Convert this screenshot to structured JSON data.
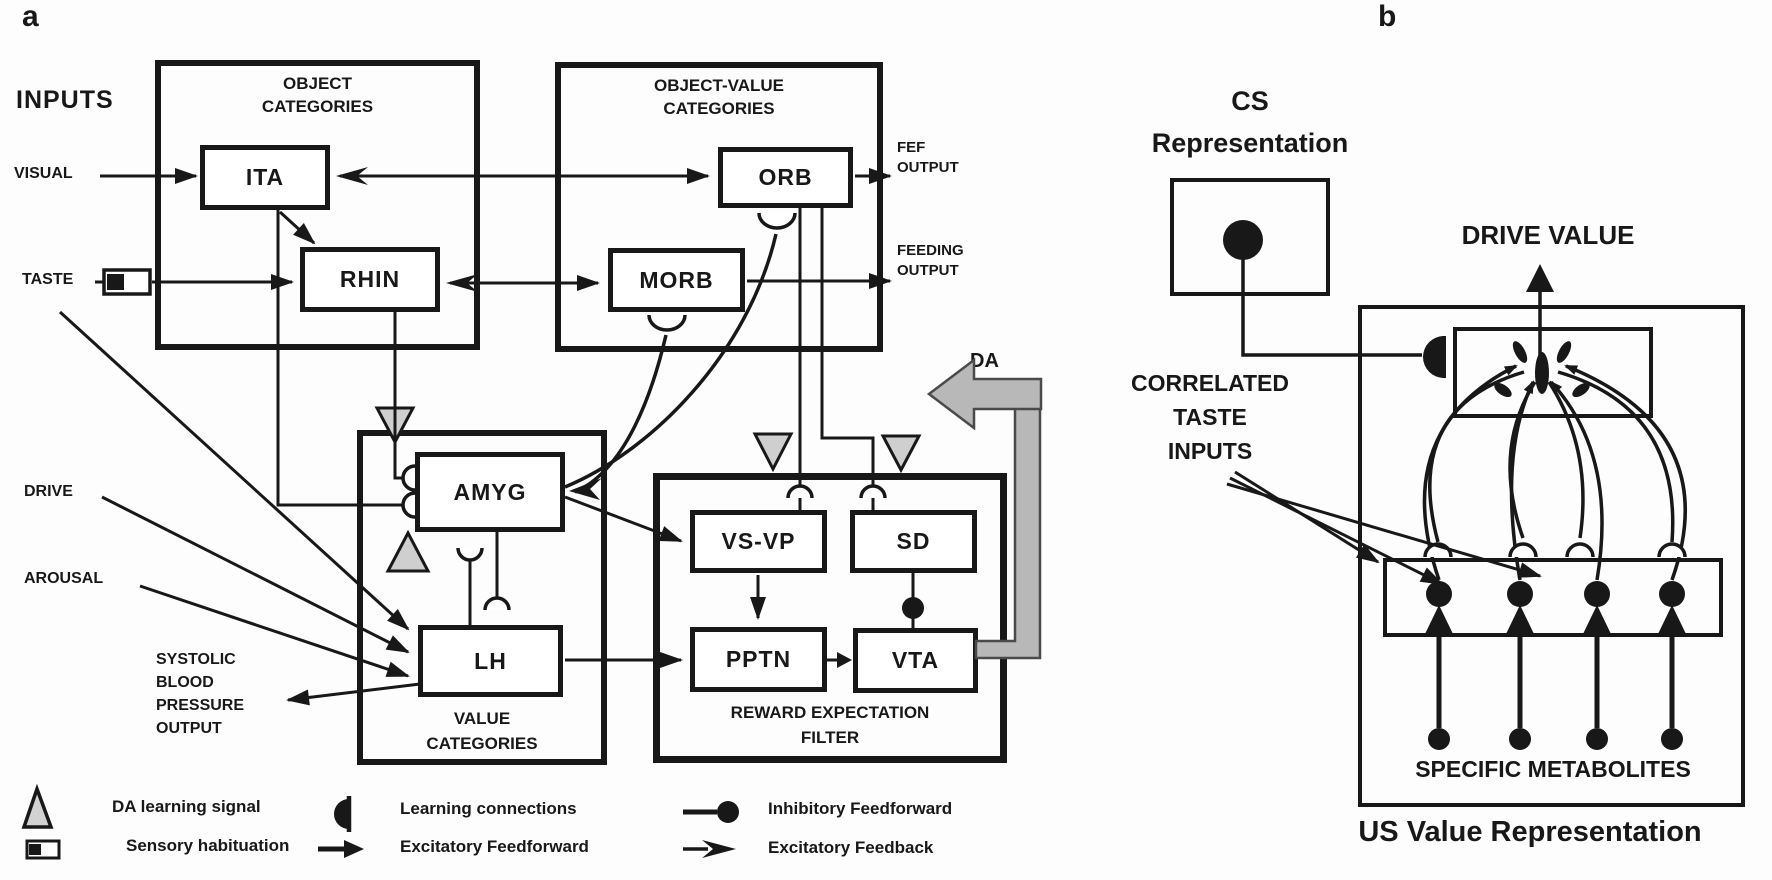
{
  "figure": {
    "panel_a": {
      "label": "a",
      "inputs_heading": "INPUTS",
      "visual_label": "VISUAL",
      "taste_label": "TASTE",
      "drive_label": "DRIVE",
      "arousal_label": "AROUSAL",
      "systolic_label": "SYSTOLIC\nBLOOD\nPRESSURE\nOUTPUT",
      "fef_output_label": "FEF\nOUTPUT",
      "feeding_output_label": "FEEDING\nOUTPUT",
      "da_label": "DA",
      "groups": {
        "object_categories": "OBJECT\nCATEGORIES",
        "object_value_categories": "OBJECT-VALUE\nCATEGORIES",
        "value_categories": "VALUE\nCATEGORIES",
        "reward_expectation_filter": "REWARD EXPECTATION\nFILTER"
      },
      "nodes": {
        "ita": "ITA",
        "rhin": "RHIN",
        "orb": "ORB",
        "morb": "MORB",
        "amyg": "AMYG",
        "lh": "LH",
        "vs_vp": "VS-VP",
        "sd": "SD",
        "pptn": "PPTN",
        "vta": "VTA"
      },
      "legend": {
        "da_learning_signal": "DA learning signal",
        "sensory_habituation": "Sensory habituation",
        "learning_connections": "Learning connections",
        "excitatory_feedforward": "Excitatory Feedforward",
        "inhibitory_feedforward": "Inhibitory Feedforward",
        "excitatory_feedback": "Excitatory Feedback"
      }
    },
    "panel_b": {
      "label": "b",
      "cs_representation": "CS\nRepresentation",
      "drive_value": "DRIVE VALUE",
      "correlated_taste_inputs": "CORRELATED\nTASTE\nINPUTS",
      "specific_metabolites": "SPECIFIC METABOLITES",
      "us_value_representation": "US Value Representation"
    },
    "colors": {
      "ink": "#181818",
      "da_gray": "#b8b8b8",
      "triangle_gray": "#cfcfcf",
      "background": "#ffffff"
    }
  }
}
